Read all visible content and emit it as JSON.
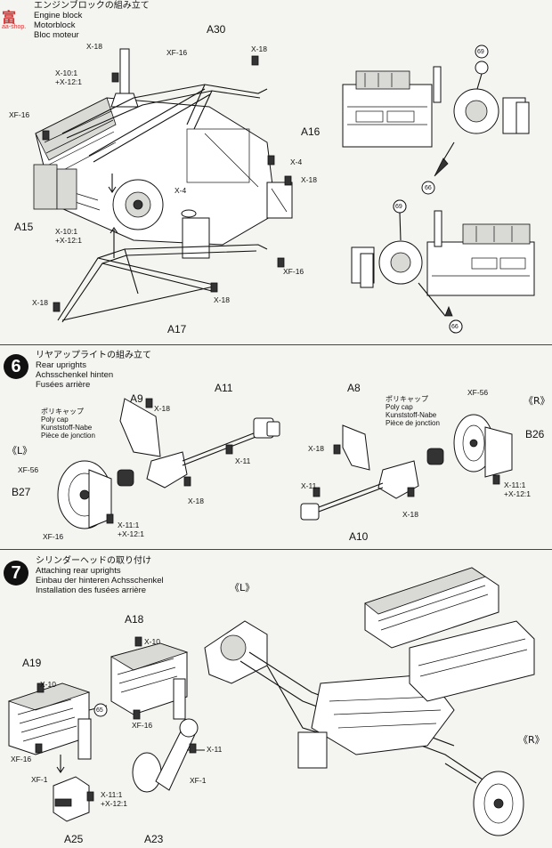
{
  "watermark": {
    "logo_text": "富",
    "url": "aa-shop."
  },
  "step5": {
    "title_jp": "エンジンブロックの組み立て",
    "title_en": "Engine block",
    "title_de": "Motorblock",
    "title_fr": "Bloc moteur",
    "parts": [
      "A30",
      "A16",
      "A15",
      "A17"
    ],
    "callouts": {
      "x18": "X-18",
      "xf16": "XF-16",
      "x4": "X-4",
      "mix": "X-10:1\n+X-12:1"
    },
    "refs": [
      "69",
      "66"
    ]
  },
  "step6": {
    "number": "6",
    "title_jp": "リヤアップライトの組み立て",
    "title_en": "Rear uprights",
    "title_de": "Achsschenkel hinten",
    "title_fr": "Fusées arrière",
    "polycap": {
      "jp": "ポリキャップ",
      "en": "Poly cap",
      "de": "Kunststoff-Nabe",
      "fr": "Pièce de jonction"
    },
    "sides": {
      "left": "《L》",
      "right": "《R》"
    },
    "parts": [
      "A9",
      "A11",
      "A8",
      "B27",
      "B26",
      "A10"
    ],
    "callouts": {
      "x18": "X-18",
      "x11": "X-11",
      "xf56": "XF-56",
      "xf16": "XF-16",
      "mix": "X-11:1\n+X-12:1"
    }
  },
  "step7": {
    "number": "7",
    "title_jp": "シリンダーヘッドの取り付け",
    "title_en": "Attaching rear uprights",
    "title_de": "Einbau der hinteren Achsschenkel",
    "title_fr": "Installation des fusées arrière",
    "parts": [
      "A18",
      "A19",
      "A25",
      "A23"
    ],
    "sides": {
      "left": "《L》",
      "right": "《R》"
    },
    "callouts": {
      "x10": "X-10",
      "xf16": "XF-16",
      "x11": "X-11",
      "xf1": "XF-1",
      "mix": "X-11:1\n+X-12:1"
    },
    "ref": "65"
  }
}
